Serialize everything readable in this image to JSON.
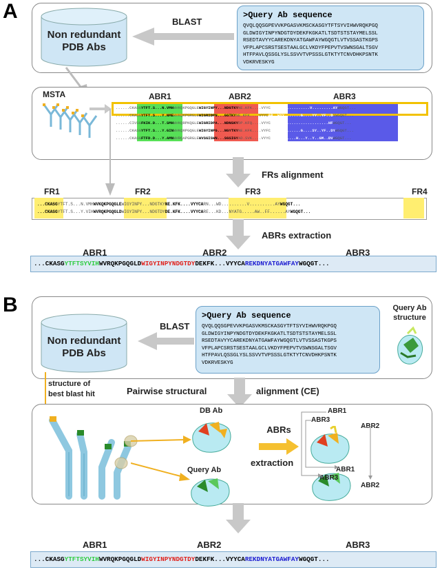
{
  "panel_a": {
    "letter": "A",
    "db_label_1": "Non redundant",
    "db_label_2": "PDB Abs",
    "blast_label": "BLAST",
    "query_title": ">Query Ab sequence",
    "query_lines": [
      "QVQLQQSGPEVVKPGASVKMSCKASGYTFTSYVIHWVRQKPGQ",
      "GLDWIGYINPYNDGTDYDEKFKGKATLTSDTSTSTAYMELSSL",
      "RSEDTAVYYCAREKDNYATGAWFAYWGQGTLVTVSSASTKGPS",
      "VFPLAPCSRSTSESTAALGCLVKDYFPEPVTVSWNSGALTSGV",
      "HTFPAVLQSSGLYSLSSVVTVPSSSLGTKTYTCNVDHKPSNTK",
      "VDKRVESKYG"
    ],
    "msta_label": "MSTA",
    "abr_headers": [
      "ABR1",
      "ABR2",
      "ABR3"
    ],
    "frs_alignment_label": "FRs  alignment",
    "fr_labels": [
      "FR1",
      "FR2",
      "FR3",
      "FR4"
    ],
    "abrs_extraction_label": "ABRs extraction",
    "result_abr_labels": [
      "ABR1",
      "ABR2",
      "ABR3"
    ],
    "result_sequence": {
      "p1": "...CKASG",
      "abr1": "YTFTSYVIH",
      "p2": "WVRQKPGQGLD",
      "abr2": "WIGYINPYNDGTDY",
      "p3": "DEKFK...VYYCA",
      "abr3": "REKDNYATGAWFAY",
      "p4": "WGQGT..."
    }
  },
  "panel_b": {
    "letter": "B",
    "db_label_1": "Non redundant",
    "db_label_2": "PDB Abs",
    "blast_label": "BLAST",
    "query_title": ">Query Ab sequence",
    "query_lines": [
      "QVQLQQSGPEVVKPGASVKMSCKASGYTFTSYVIHWVRQKPGQ",
      "GLDWIGYINPYNDGTDYDEKFKGKATLTSDTSTSTAYMELSSL",
      "RSEDTAVYYCAREKDNYATGAWFAYWGQGTLVTVSSASTKGPS",
      "VFPLAPCSRSTSESTAALGCLVKDYFPEPVTVSWNSGALTSGV",
      "HTFPAVLQSSGLYSLSSVVTVPSSSLGTKTYTCNVDHKPSNTK",
      "VDKRVESKYG"
    ],
    "query_structure_label_1": "Query Ab",
    "query_structure_label_2": "structure",
    "best_hit_label_1": "structure of",
    "best_hit_label_2": "best blast hit",
    "pairwise_label_1": "Pairwise structural",
    "pairwise_label_2": "alignment (CE)",
    "db_ab_label": "DB Ab",
    "query_ab_label": "Query Ab",
    "abrs_label_1": "ABRs",
    "abrs_label_2": "extraction",
    "struct_abr_labels": {
      "abr1_top": "ABR1",
      "abr3_top": "ABR3",
      "abr2_top": "ABR2",
      "abr1_bottom": "ABR1",
      "abr3_bottom": "ABR3",
      "abr2_bottom": "ABR2"
    },
    "result_abr_labels": [
      "ABR1",
      "ABR2",
      "ABR3"
    ],
    "result_sequence": {
      "p1": "...CKASG",
      "abr1": "YTFTSYVIH",
      "p2": "WVRQKPGQGLD",
      "abr2": "WIGYINPYNDGTDY",
      "p3": "DEKFK...VYYCA",
      "abr3": "REKDNYATGAWFAY",
      "p4": "WGQGT..."
    }
  },
  "colors": {
    "abr1": "#2ecc40",
    "abr2": "#e0201a",
    "abr3": "#1a1ad0",
    "highlight": "#f2c200",
    "arrow": "#c8c8c8",
    "orange_arrow": "#f0b020"
  }
}
